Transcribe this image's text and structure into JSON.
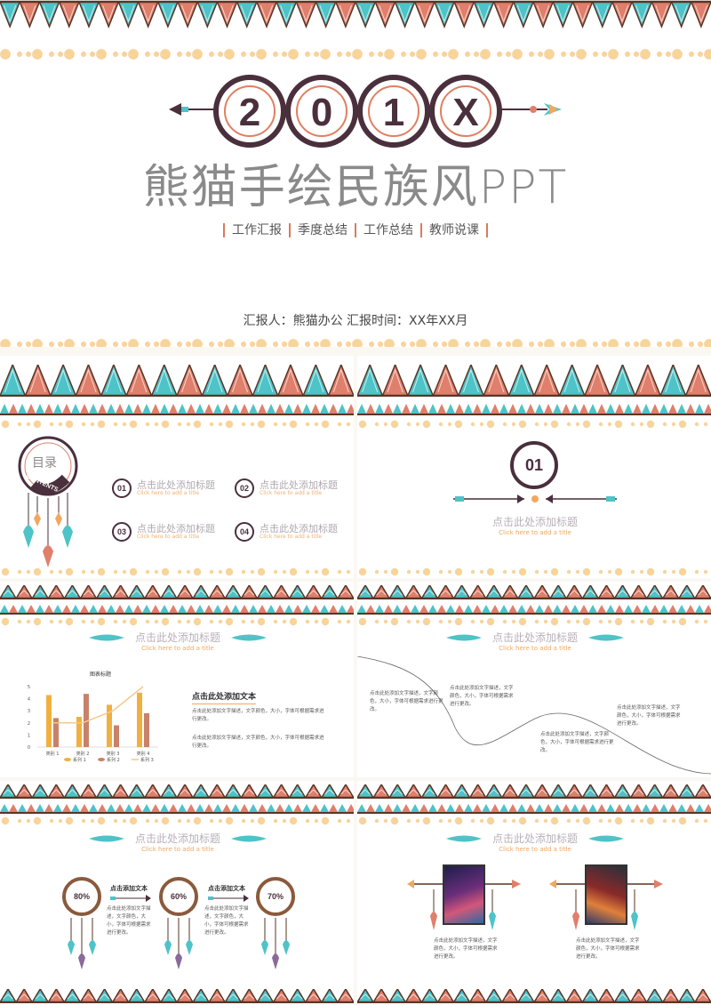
{
  "slide1": {
    "year_chars": [
      "2",
      "0",
      "1",
      "X"
    ],
    "title": "熊猫手绘民族风PPT",
    "tags": [
      "工作汇报",
      "季度总结",
      "工作总结",
      "教师说课"
    ],
    "reporter": "汇报人：熊猫办公    汇报时间：XX年XX月"
  },
  "slide2": {
    "circle_label": "目录",
    "circle_sub": "CONTENTS",
    "items": [
      {
        "num": "01",
        "title": "点击此处添加标题",
        "sub": "Click here to add a title"
      },
      {
        "num": "02",
        "title": "点击此处添加标题",
        "sub": "Click here to add a title"
      },
      {
        "num": "03",
        "title": "点击此处添加标题",
        "sub": "Click here to add a title"
      },
      {
        "num": "04",
        "title": "点击此处添加标题",
        "sub": "Click here to add a title"
      }
    ]
  },
  "slide3": {
    "num": "01",
    "title": "点击此处添加标题",
    "sub": "Click here to add a title"
  },
  "slide4": {
    "title": "点击此处添加标题",
    "sub": "Click here to add a title",
    "text_heading": "点击此处添加文本",
    "para1": "点击此处添加文字描述，文字颜色，大小，字体可根据需求进行更改。",
    "para2": "点击此处添加文字描述，文字颜色，大小，字体可根据需求进行更改。"
  },
  "chart_data": {
    "type": "bar",
    "title": "图表标题",
    "categories": [
      "类别 1",
      "类别 2",
      "类别 3",
      "类别 4"
    ],
    "series": [
      {
        "name": "系列 1",
        "values": [
          4.3,
          2.5,
          3.5,
          4.5
        ]
      },
      {
        "name": "系列 2",
        "values": [
          2.4,
          4.4,
          1.8,
          2.8
        ]
      },
      {
        "name": "系列 3",
        "values": [
          2,
          2,
          3,
          5
        ]
      }
    ],
    "ylim": [
      0,
      5
    ],
    "yticks": [
      "0",
      "1",
      "2",
      "3",
      "4",
      "5"
    ],
    "colors": [
      "#f0b040",
      "#c8826a",
      "#f3c98b"
    ]
  },
  "slide5": {
    "title": "点击此处添加标题",
    "sub": "Click here to add a title",
    "texts": [
      "点击此处添加文字描述，文字颜色，大小，字体可根据需求进行更改。",
      "点击此处添加文字描述，文字颜色，大小，字体可根据需求进行更改。",
      "点击此处添加文字描述，文字颜色，大小，字体可根据需求进行更改。",
      "点击此处添加文字描述，文字颜色，大小，字体可根据需求进行更改。"
    ]
  },
  "slide6": {
    "title": "点击此处添加标题",
    "sub": "Click here to add a title",
    "percents": [
      "80%",
      "60%",
      "70%"
    ],
    "heads": [
      "点击添加文本",
      "点击添加文本"
    ],
    "texts": [
      "点击此处添加文字描述，文字颜色，大小，字体可根据需求进行更改。",
      "点击此处添加文字描述，文字颜色，大小，字体可根据需求进行更改。"
    ]
  },
  "slide7": {
    "title": "点击此处添加标题",
    "sub": "Click here to add a title",
    "texts": [
      "点击此处添加文字描述，文字颜色，大小，字体可根据需求进行更改。",
      "点击此处添加文字描述，文字颜色，大小，字体可根据需求进行更改。"
    ]
  },
  "colors": {
    "teal": "#4ec3c8",
    "coral": "#e07f6c",
    "brown": "#5a3526",
    "sand": "#f8d49a",
    "plum": "#4a2f3c"
  }
}
